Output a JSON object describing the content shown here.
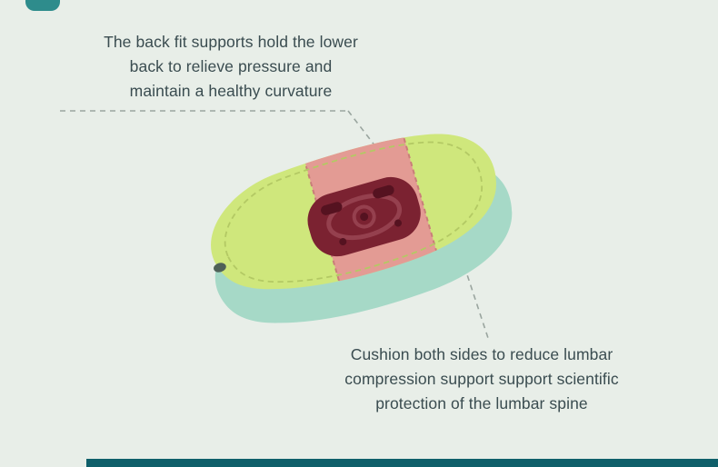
{
  "page": {
    "background_color": "#e8eee8",
    "footer_bar_color": "#0f5f6a",
    "corner_accent_color": "#2e8c8c",
    "text_color": "#3a4c50"
  },
  "annotations": {
    "leader_line_color": "#9aa59f",
    "top": {
      "lines": [
        "The back fit supports hold the lower",
        "back to relieve pressure and",
        "maintain a healthy curvature"
      ]
    },
    "bottom": {
      "lines": [
        "Cushion both sides to reduce lumbar",
        "compression support support scientific",
        "protection of the lumbar spine"
      ]
    }
  },
  "product": {
    "name": "lumbar support cushion",
    "colors": {
      "top_surface": "#cfe77c",
      "stitch": "#b3c964",
      "band": "#e39b94",
      "band_stitch": "#c97e79",
      "core": "#7b2231",
      "core_detail": "#95404e",
      "core_dark": "#551220",
      "base": "#a6d9c7",
      "tip_notch": "#4f6158"
    }
  }
}
